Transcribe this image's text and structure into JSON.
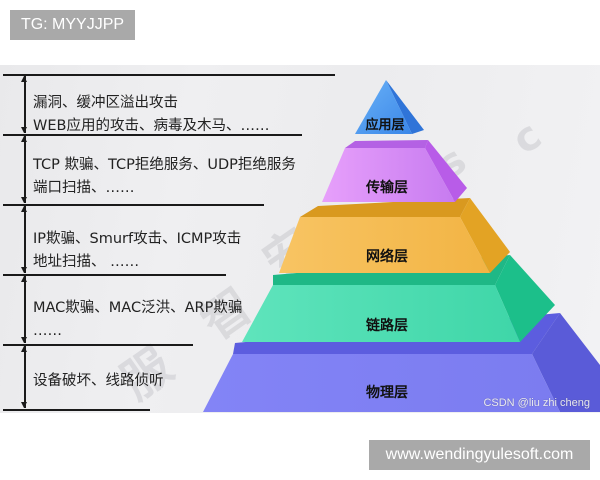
{
  "overlays": {
    "top_tag": "TG: MYYJJPP",
    "bottom_tag": "www.wendingyulesoft.com"
  },
  "diagram": {
    "title": "",
    "layers": [
      {
        "name": "应用层",
        "color": "#4a97ee",
        "threats": [
          "漏洞、缓冲区溢出攻击",
          " WEB应用的攻击、病毒及木马、……"
        ]
      },
      {
        "name": "传输层",
        "color": "#d68af5",
        "threats": [
          "TCP 欺骗、TCP拒绝服务、UDP拒绝服务",
          "端口扫描、……"
        ]
      },
      {
        "name": "网络层",
        "color": "#f4bb50",
        "threats": [
          "IP欺骗、Smurf攻击、ICMP攻击",
          "地址扫描、 ……"
        ]
      },
      {
        "name": "链路层",
        "color": "#4fdcb0",
        "threats": [
          "MAC欺骗、MAC泛洪、ARP欺骗",
          "……"
        ]
      },
      {
        "name": "物理层",
        "color": "#7f80f2",
        "threats": [
          "设备破坏、线路侦听"
        ]
      }
    ],
    "credit": "CSDN @liu zhi cheng",
    "background_watermark": [
      "s",
      "c"
    ]
  }
}
